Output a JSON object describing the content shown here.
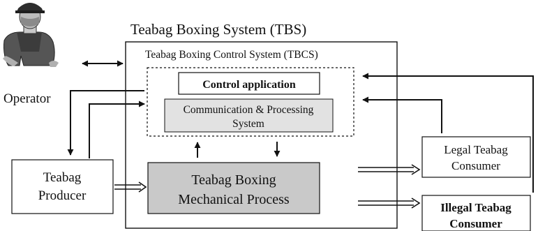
{
  "title": "Teabag Boxing System (TBS)",
  "subtitle": "Teabag Boxing Control System (TBCS)",
  "control_app": "Control application",
  "comm_line1": "Communication & Processing",
  "comm_line2": "System",
  "mech_line1": "Teabag Boxing",
  "mech_line2": "Mechanical Process",
  "operator": "Operator",
  "producer_line1": "Teabag",
  "producer_line2": "Producer",
  "legal_line1": "Legal Teabag",
  "legal_line2": "Consumer",
  "illegal_line1": "Illegal Teabag",
  "illegal_line2": "Consumer",
  "colors": {
    "line": "#111111",
    "comm_fill": "#e2e2e2",
    "mech_fill": "#c9c9c9",
    "box_fill": "#ffffff"
  },
  "icons": {
    "operator": "worker-figure-icon"
  }
}
